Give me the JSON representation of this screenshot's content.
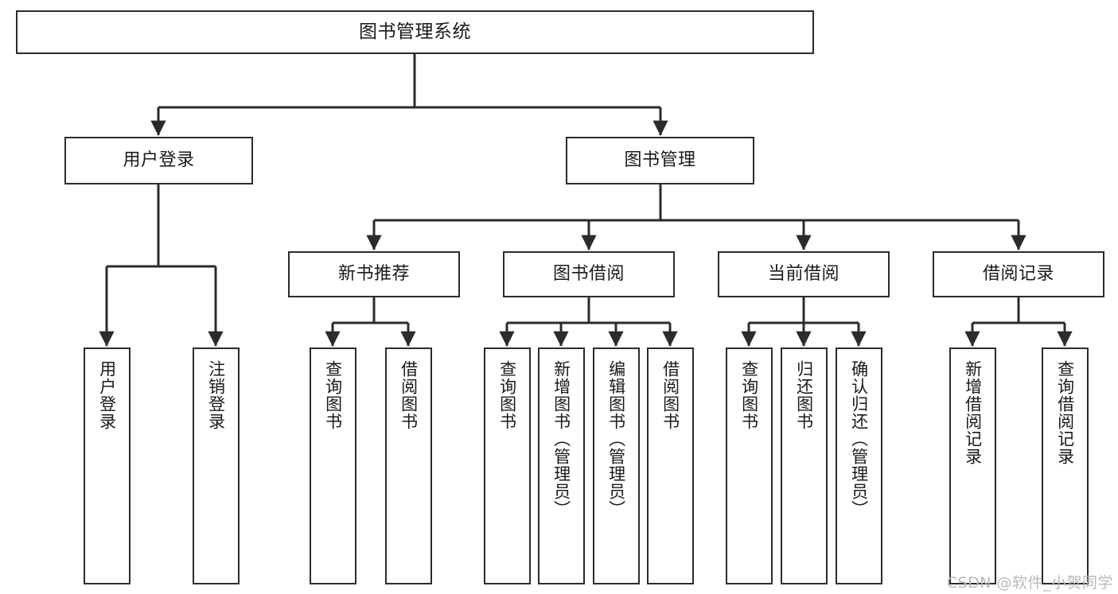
{
  "diagram": {
    "type": "tree",
    "orientation": "top-down",
    "title": "图书管理系统",
    "colors": {
      "background": "#ffffff",
      "box_border": "#2b2b2b",
      "box_fill": "#ffffff",
      "connector": "#2b2b2b",
      "text": "#1a1a1a",
      "watermark": "#b9b9b9"
    },
    "root": {
      "label": "图书管理系统"
    },
    "level1": [
      {
        "id": "user-login",
        "label": "用户登录"
      },
      {
        "id": "book-manage",
        "label": "图书管理"
      }
    ],
    "level2": [
      {
        "id": "new-book-rec",
        "label": "新书推荐"
      },
      {
        "id": "book-borrow",
        "label": "图书借阅"
      },
      {
        "id": "current-borrow",
        "label": "当前借阅"
      },
      {
        "id": "borrow-record",
        "label": "借阅记录"
      }
    ],
    "leaves": [
      {
        "id": "leaf-user-login",
        "parent": "user-login",
        "label": "用户登录"
      },
      {
        "id": "leaf-logout",
        "parent": "user-login",
        "label": "注销登录"
      },
      {
        "id": "leaf-query-book-1",
        "parent": "new-book-rec",
        "label": "查询图书"
      },
      {
        "id": "leaf-borrow-book-1",
        "parent": "new-book-rec",
        "label": "借阅图书"
      },
      {
        "id": "leaf-query-book-2",
        "parent": "book-borrow",
        "label": "查询图书"
      },
      {
        "id": "leaf-add-book",
        "parent": "book-borrow",
        "label": "新增图书（管理员）"
      },
      {
        "id": "leaf-edit-book",
        "parent": "book-borrow",
        "label": "编辑图书（管理员）"
      },
      {
        "id": "leaf-borrow-book-2",
        "parent": "book-borrow",
        "label": "借阅图书"
      },
      {
        "id": "leaf-query-book-3",
        "parent": "current-borrow",
        "label": "查询图书"
      },
      {
        "id": "leaf-return-book",
        "parent": "current-borrow",
        "label": "归还图书"
      },
      {
        "id": "leaf-confirm-return",
        "parent": "current-borrow",
        "label": "确认归还（管理员）"
      },
      {
        "id": "leaf-add-record",
        "parent": "borrow-record",
        "label": "新增借阅记录"
      },
      {
        "id": "leaf-query-record",
        "parent": "borrow-record",
        "label": "查询借阅记录"
      }
    ]
  },
  "watermark": {
    "text": "CSDN @软件_小贺同学"
  }
}
